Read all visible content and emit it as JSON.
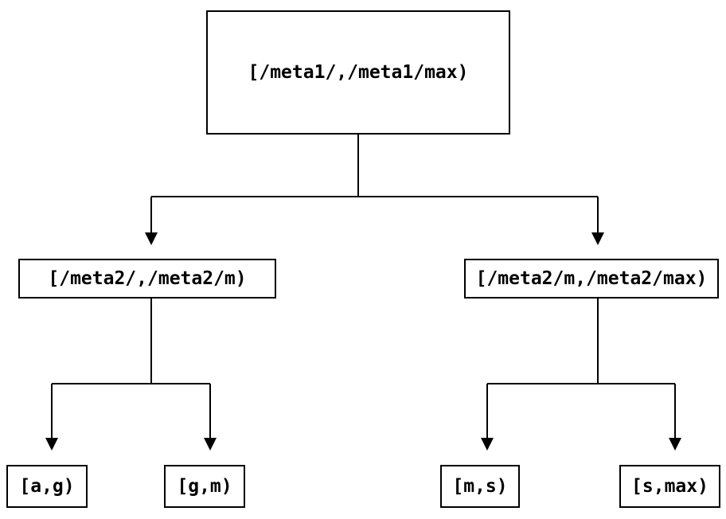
{
  "diagram": {
    "type": "tree",
    "background_color": "#ffffff",
    "line_color": "#000000",
    "text_color": "#000000",
    "nodes": {
      "root": {
        "label": "[/meta1/,/meta1/max)"
      },
      "level2_left": {
        "label": "[/meta2/,/meta2/m)"
      },
      "level2_right": {
        "label": "[/meta2/m,/meta2/max)"
      },
      "leaf_a_g": {
        "label": "[a,g)"
      },
      "leaf_g_m": {
        "label": "[g,m)"
      },
      "leaf_m_s": {
        "label": "[m,s)"
      },
      "leaf_s_max": {
        "label": "[s,max)"
      }
    },
    "edges": [
      {
        "from": "root",
        "to": "level2_left"
      },
      {
        "from": "root",
        "to": "level2_right"
      },
      {
        "from": "level2_left",
        "to": "leaf_a_g"
      },
      {
        "from": "level2_left",
        "to": "leaf_g_m"
      },
      {
        "from": "level2_right",
        "to": "leaf_m_s"
      },
      {
        "from": "level2_right",
        "to": "leaf_s_max"
      }
    ]
  }
}
